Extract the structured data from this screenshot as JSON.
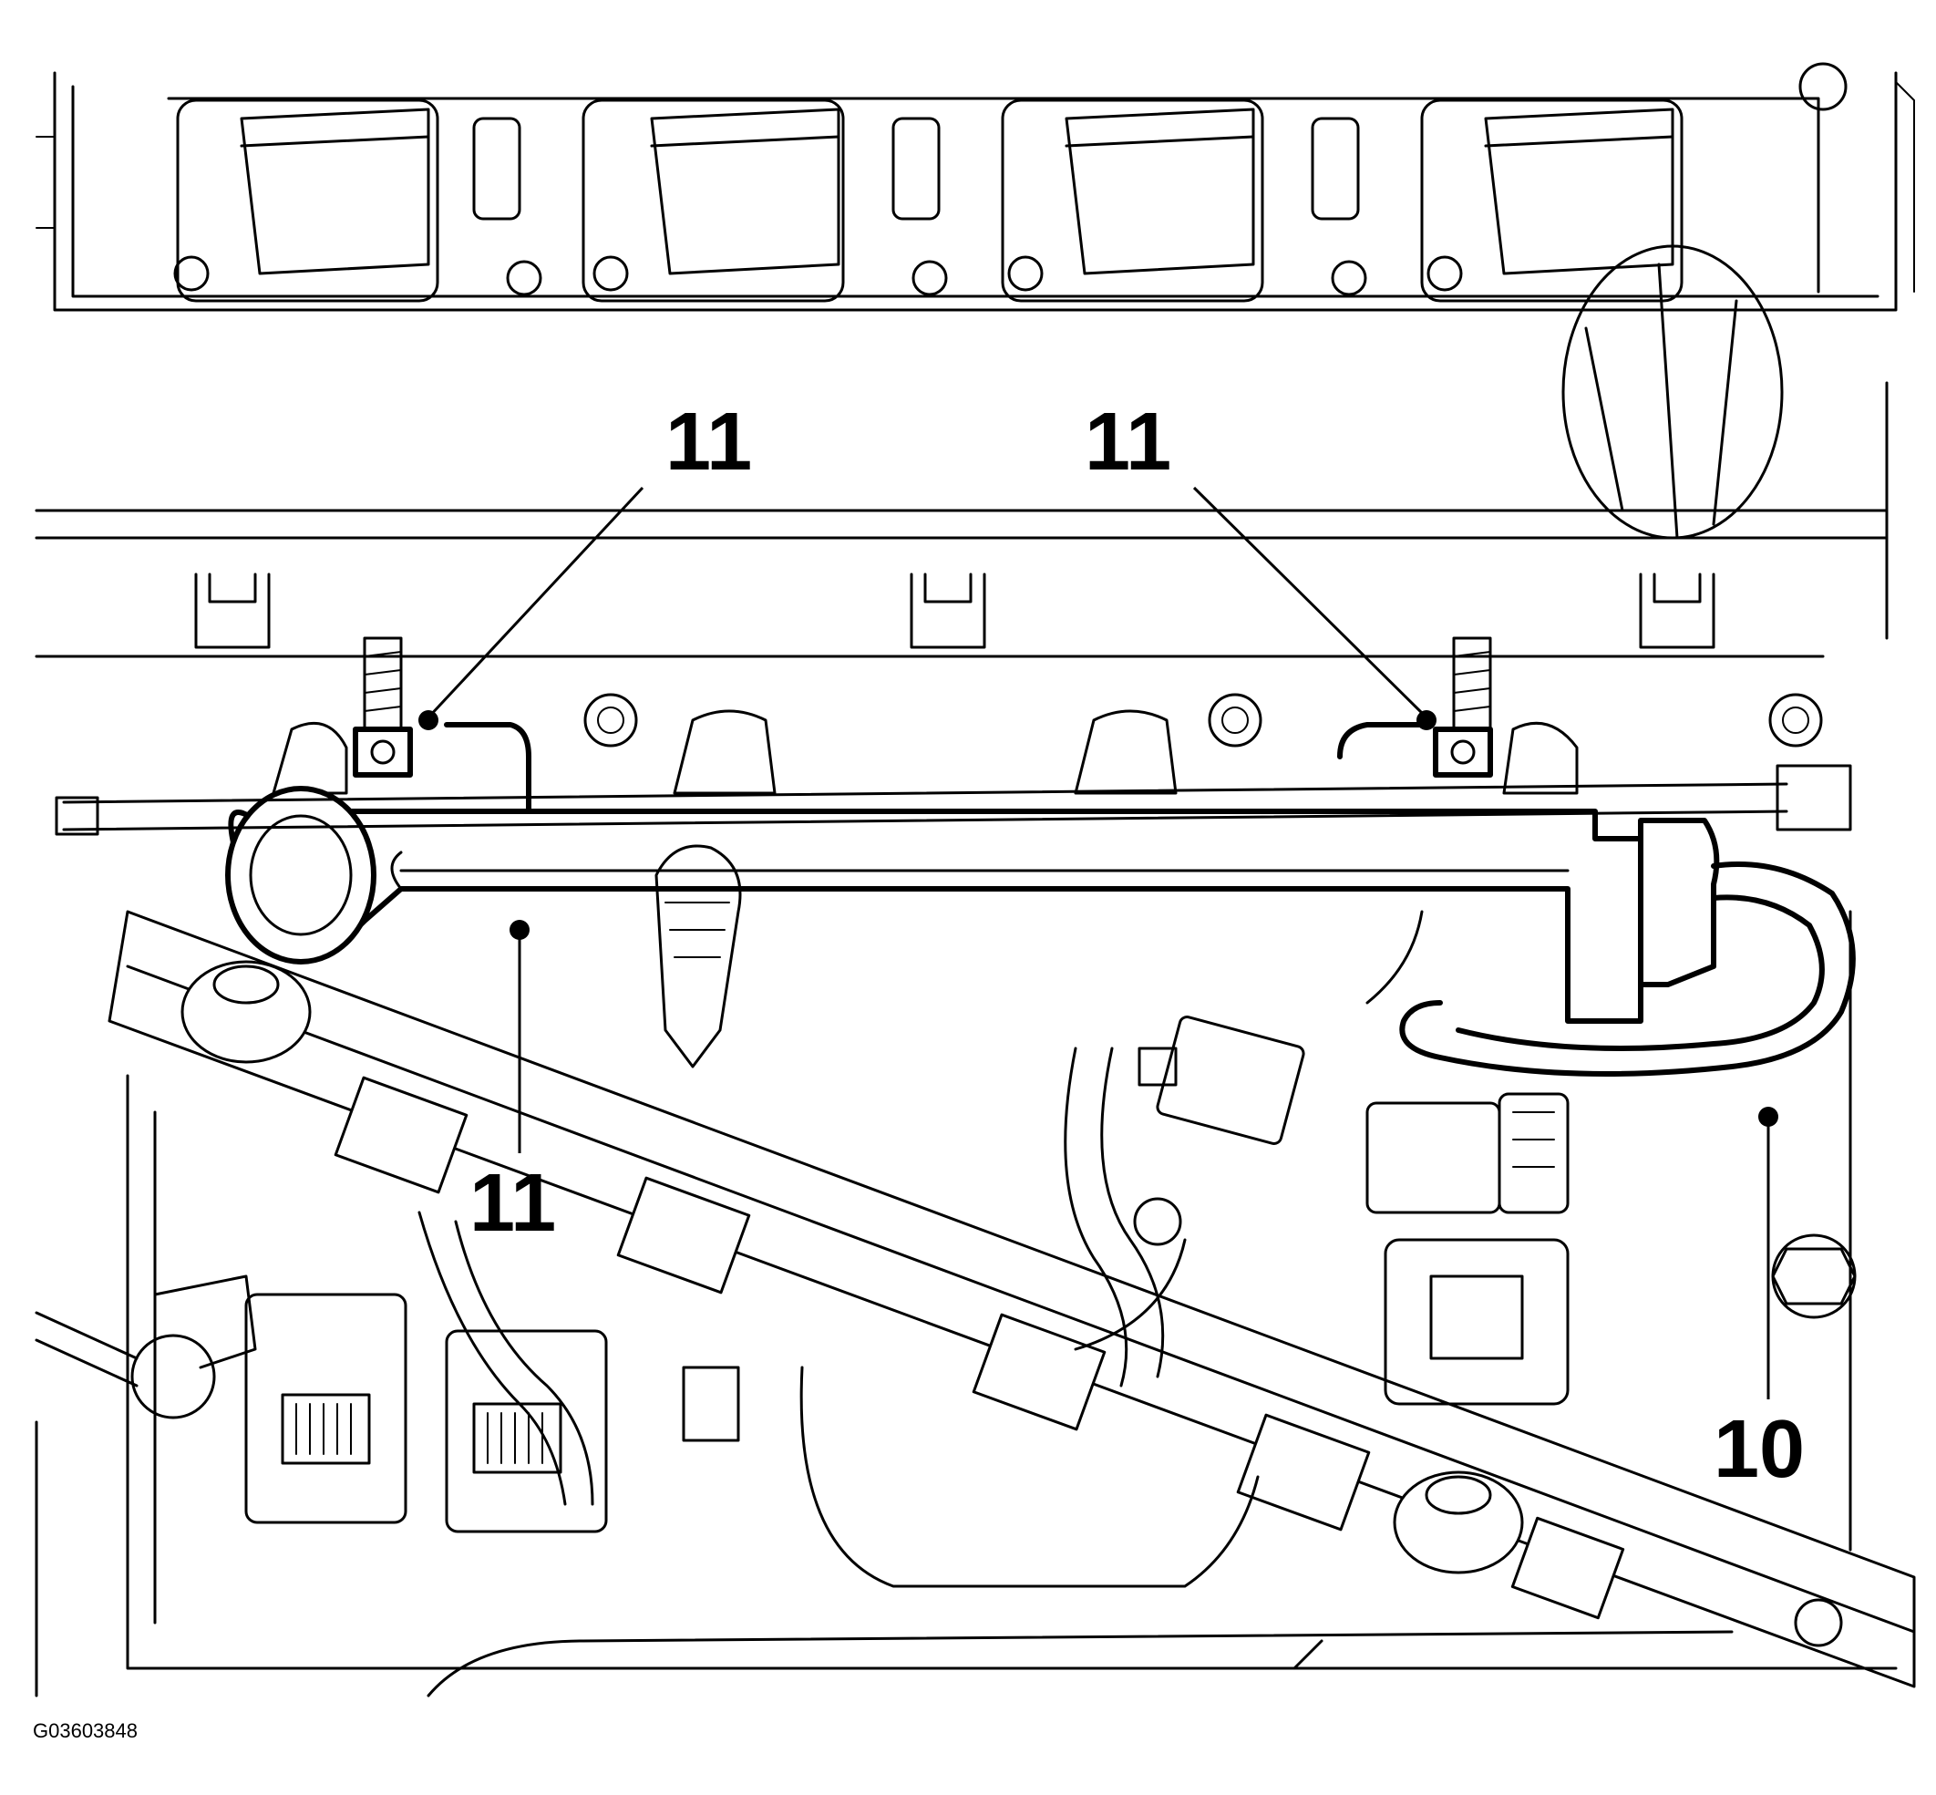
{
  "figure_id": "G03603848",
  "callouts": [
    {
      "label": "11",
      "target": "fuel-rail-mounting-bolt-left"
    },
    {
      "label": "11",
      "target": "fuel-rail-mounting-bolt-right"
    },
    {
      "label": "11",
      "target": "fuel-rail"
    },
    {
      "label": "10",
      "target": "fuel-supply-hose"
    }
  ]
}
